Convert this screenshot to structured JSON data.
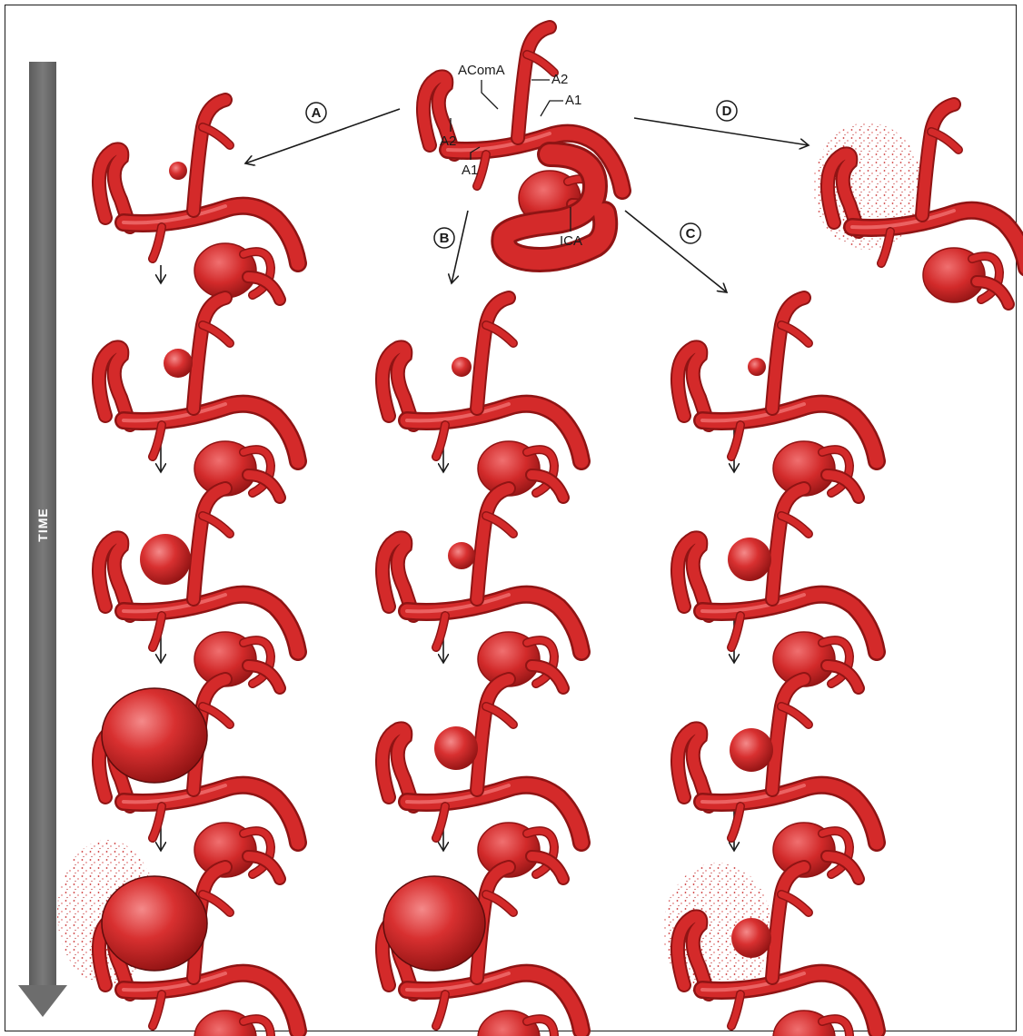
{
  "time_axis": {
    "label": "TIME",
    "color": "#6d6d6d"
  },
  "anatomy_labels": {
    "acoma": "AComA",
    "a2_right": "A2",
    "a1_right": "A1",
    "a2_left": "A2",
    "a1_left": "A1",
    "ica": "ICA"
  },
  "pathway_labels": {
    "a": "A",
    "b": "B",
    "c": "C",
    "d": "D"
  },
  "colors": {
    "vessel": "#d42a2a",
    "vessel_dark": "#8f1414",
    "vessel_light": "#f07070",
    "line": "#1a1a1a"
  }
}
